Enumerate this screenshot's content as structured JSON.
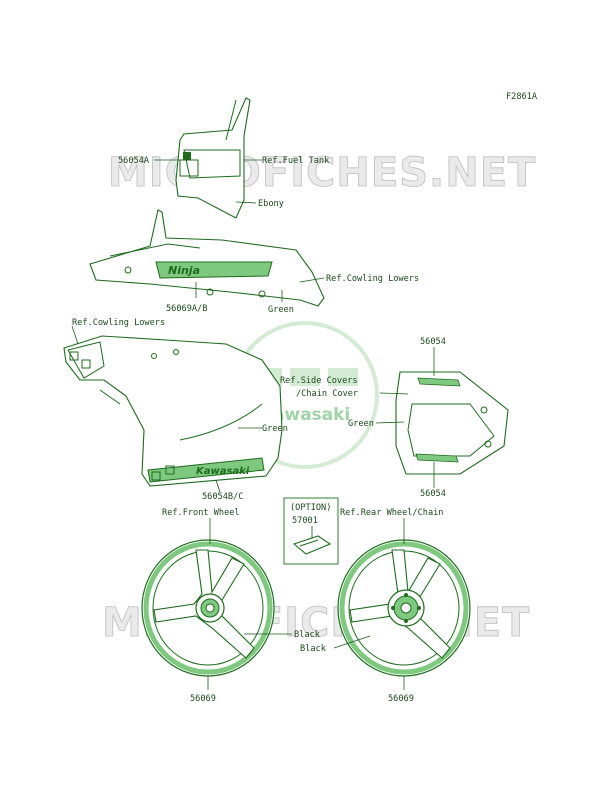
{
  "figure_id": "F2861A",
  "watermarks": [
    "MICROFICHES.NET",
    "MICROFICHES.NET"
  ],
  "logo_text": "Kawasaki",
  "decal_texts": {
    "cowling": "Kawasaki",
    "tank": "Ninja"
  },
  "labels": {
    "p56054A": "56054A",
    "ref_fuel_tank": "Ref.Fuel Tank",
    "ebony": "Ebony",
    "ref_cowling_lowers_1": "Ref.Cowling Lowers",
    "p56069AB": "56069A/B",
    "green_1": "Green",
    "ref_cowling_lowers_2": "Ref.Cowling Lowers",
    "p56054_top": "56054",
    "ref_side_covers": "Ref.Side Covers",
    "chain_cover": "/Chain Cover",
    "green_2": "Green",
    "green_3": "Green",
    "p56054_bottom": "56054",
    "p56054BC": "56054B/C",
    "option": "(OPTION)",
    "p57001": "57001",
    "ref_front_wheel": "Ref.Front Wheel",
    "ref_rear_wheel": "Ref.Rear Wheel/Chain",
    "black_1": "Black",
    "black_2": "Black",
    "p56069_left": "56069",
    "p56069_right": "56069"
  },
  "colors": {
    "line": "#1e6b1e",
    "fill_green": "#7fc87f",
    "logo_green": "#2e9e3e",
    "watermark": "#d0d0d0"
  }
}
